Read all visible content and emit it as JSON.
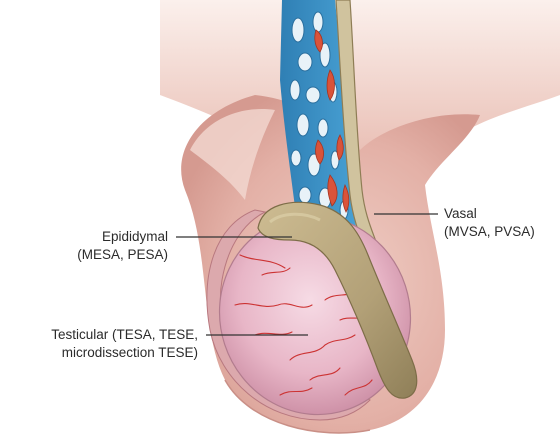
{
  "colors": {
    "skin_light": "#f6e3dd",
    "skin_mid": "#e6b8ad",
    "skin_dark": "#c98f86",
    "tunica": "#d4a3a8",
    "testis": "#e7b4c4",
    "testis_light": "#f5d6e0",
    "epididymis": "#b8a57c",
    "epididymis_dark": "#8e7d55",
    "venous_plexus": "#3a8fc3",
    "artery": "#d9533a",
    "vessel": "#c8403a",
    "leader_line": "#333333"
  },
  "labels": {
    "epididymal": {
      "line1": "Epididymal",
      "line2": "(MESA, PESA)"
    },
    "testicular": {
      "line1": "Testicular (TESA, TESE,",
      "line2": "microdissection TESE)"
    },
    "vasal": {
      "line1": "Vasal",
      "line2": "(MVSA, PVSA)"
    }
  }
}
